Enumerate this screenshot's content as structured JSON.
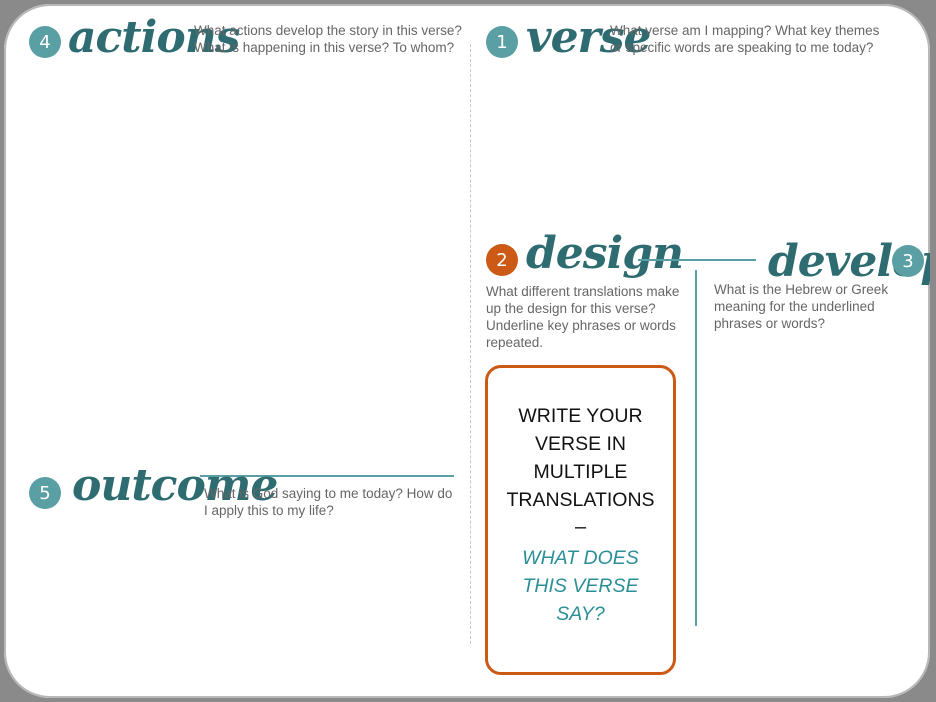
{
  "sections": {
    "actions": {
      "number": "4",
      "title": "actions",
      "prompt": "What actions develop the story in this verse? What is happening in this verse? To whom?"
    },
    "verse": {
      "number": "1",
      "title": "verse",
      "prompt": "What verse am I mapping? What key themes or specific words are speaking to me today?"
    },
    "design": {
      "number": "2",
      "title": "design",
      "prompt": "What different translations make up the design for this verse? Underline key phrases or words repeated."
    },
    "develop": {
      "number": "3",
      "title": "develop",
      "prompt": "What is the Hebrew or Greek meaning for the underlined phrases or words?"
    },
    "outcome": {
      "number": "5",
      "title": "outcome",
      "prompt": "What is God saying to me today? How do I apply this to my life?"
    }
  },
  "card": {
    "main": "WRITE YOUR\nVERSE IN\nMULTIPLE\nTRANSLATIONS",
    "dash": "–",
    "accent": "WHAT DOES\nTHIS VERSE\nSAY?"
  },
  "colors": {
    "teal": "#5a9fa3",
    "orange": "#cc5a16",
    "title": "#2e6c71",
    "accent_text": "#2b8f97"
  }
}
